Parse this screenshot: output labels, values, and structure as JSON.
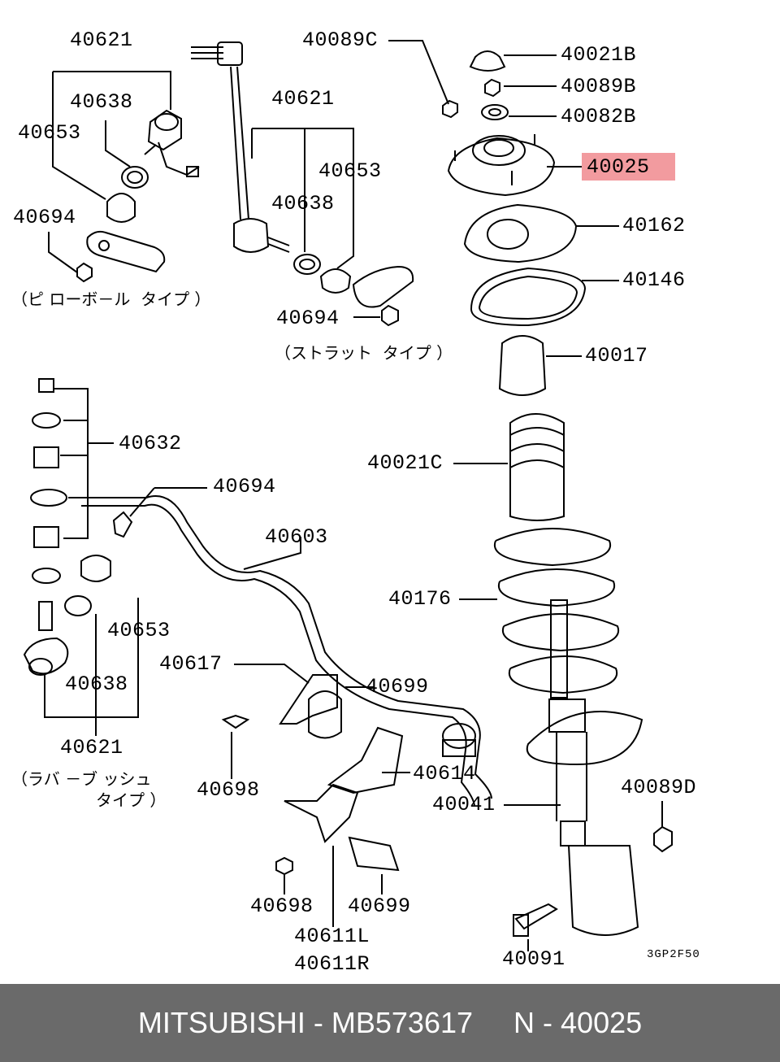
{
  "highlight_color": "#f29b9f",
  "labels": [
    "40621",
    "40638",
    "40653",
    "40694",
    "40621",
    "40653",
    "40638",
    "40694",
    "40089C",
    "40021B",
    "40089B",
    "40082B",
    "40025",
    "40162",
    "40146",
    "40017",
    "40021C",
    "40176",
    "40632",
    "40694",
    "40603",
    "40653",
    "40638",
    "40621",
    "40617",
    "40699",
    "40698",
    "40614",
    "40041",
    "40089D",
    "40698",
    "40699",
    "40611L",
    "40611R",
    "40091"
  ],
  "notes": {
    "pillow_ball": "（ピ ローボ－ル  タイプ ）",
    "strut": "（ストラット  タイプ ）",
    "rubber_bush_1": "（ラバ －ブ ッシュ",
    "rubber_bush_2": "タイプ ）"
  },
  "diagram_code": "3GP2F50",
  "footer": {
    "brand": "MITSUBISHI",
    "part_number": "MB573617",
    "ref": "N - 40025"
  }
}
